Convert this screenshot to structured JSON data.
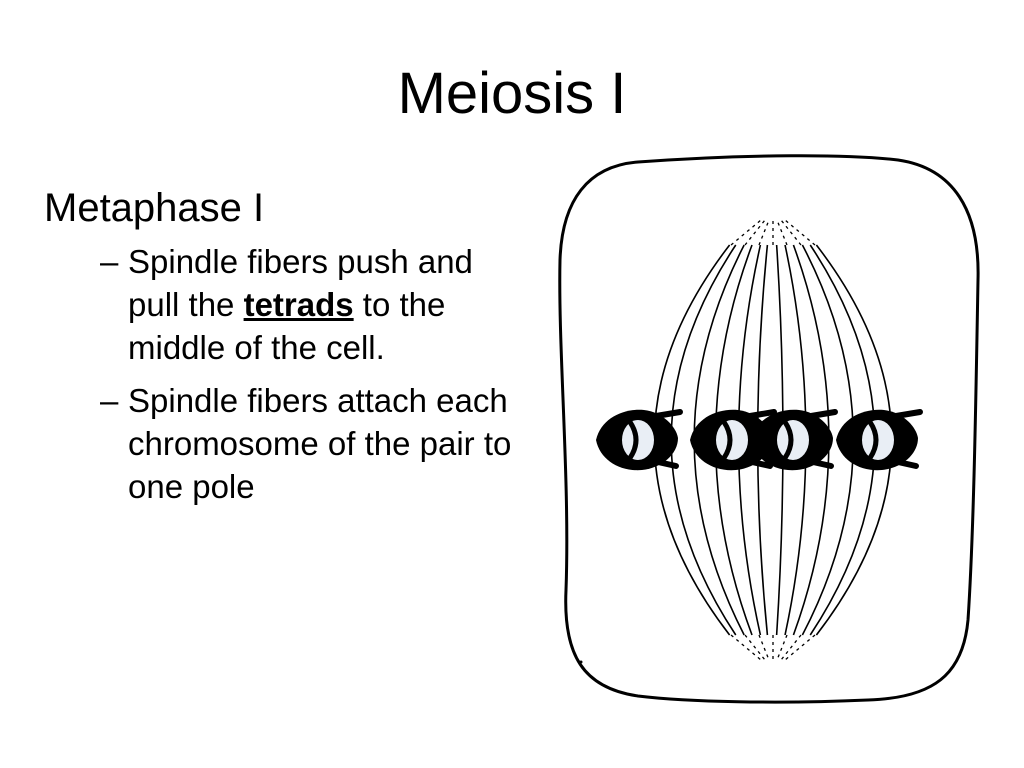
{
  "slide": {
    "title": "Meiosis I",
    "heading": "Metaphase I",
    "bullet_dash": "–",
    "bullets": [
      {
        "before": "Spindle fibers push and pull the ",
        "keyword": "tetrads",
        "after": " to the middle of the cell."
      },
      {
        "text": "Spindle fibers attach each chromosome of the pair to one pole"
      }
    ]
  },
  "diagram": {
    "stroke_color": "#000000",
    "chromatid_fill": "#e9eef5",
    "tetrad_count": 4
  }
}
